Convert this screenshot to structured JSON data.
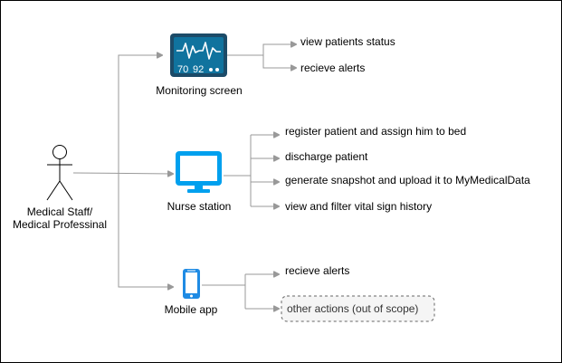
{
  "colors": {
    "connector": "#999999",
    "monitor_frame": "#1c4b68",
    "monitor_screen": "#10739e",
    "nurse_station_blue": "#00a0ee",
    "mobile_blue": "#1f8be4",
    "dashed_box_fill": "#f5f5f5",
    "dashed_box_stroke": "#666666"
  },
  "actor": {
    "icon": "stick-figure-icon",
    "label_line1": "Medical Staff/",
    "label_line2": "Medical Professinal"
  },
  "monitoring_screen": {
    "icon": "vital-monitor-icon",
    "label": "Monitoring screen",
    "readout_left": "70",
    "readout_right": "92",
    "actions": [
      "view patients status",
      "recieve alerts"
    ]
  },
  "nurse_station": {
    "icon": "desktop-monitor-icon",
    "label": "Nurse station",
    "actions": [
      "register patient and assign him to bed",
      "discharge patient",
      "generate snapshot and upload it to MyMedicalData",
      "view and filter vital sign history"
    ]
  },
  "mobile_app": {
    "icon": "smartphone-icon",
    "label": "Mobile app",
    "actions": [
      "recieve alerts"
    ],
    "out_of_scope": "other actions (out of scope)"
  }
}
